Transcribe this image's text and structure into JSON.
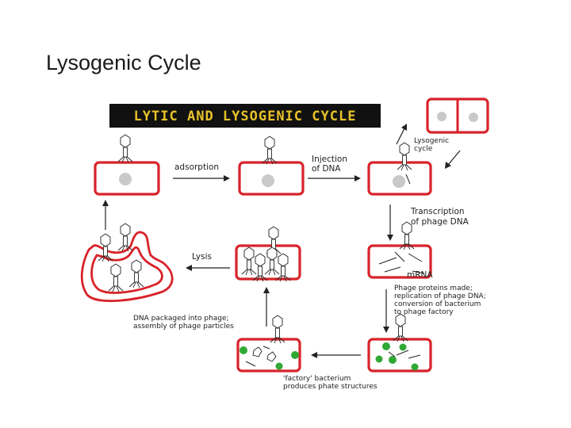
{
  "slide": {
    "title": "Lysogenic Cycle"
  },
  "banner": {
    "text": "LYTIC AND LYSOGENIC CYCLE"
  },
  "labels": {
    "adsorption": "adsorption",
    "injection_line1": "Injection",
    "injection_line2": "of DNA",
    "lysogenic_line1": "Lysogenic",
    "lysogenic_line2": "cycle",
    "transcription_line1": "Transcription",
    "transcription_line2": "of phage DNA",
    "mrna": "mRNA",
    "proteins_line1": "Phage proteins made;",
    "proteins_line2": "replication of phage DNA;",
    "proteins_line3": "conversion of bacterium",
    "proteins_line4": "to phage factory",
    "lysis": "Lysis",
    "packaged_line1": "DNA packaged into phage;",
    "packaged_line2": "assembly of phage particles",
    "factory_line1": "'factory' bacterium",
    "factory_line2": "produces phate structures"
  },
  "colors": {
    "cell_border": "#d8232a",
    "nucleoid": "#c9c9c9",
    "banner_bg": "#111111",
    "banner_text": "#e8c12a",
    "phage_structures": "#2fa834"
  }
}
